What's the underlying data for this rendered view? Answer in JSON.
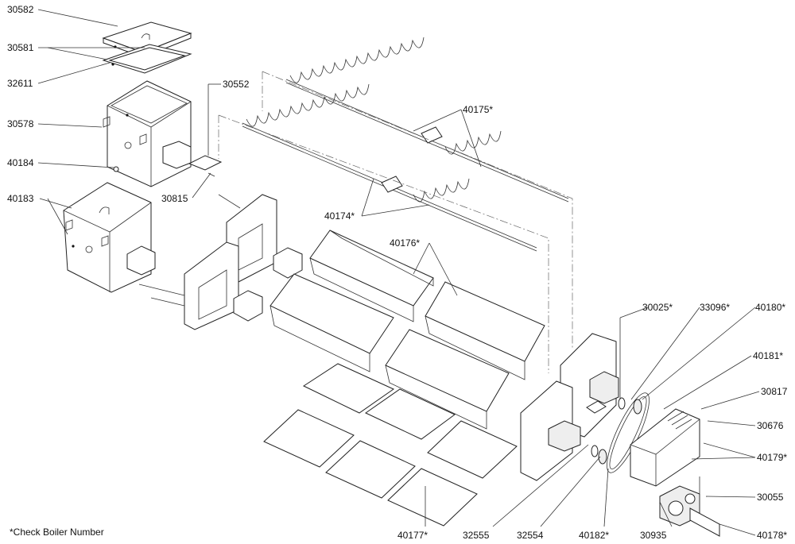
{
  "labels": {
    "l30582": "30582",
    "l30581": "30581",
    "l32611": "32611",
    "l30578": "30578",
    "l40184": "40184",
    "l40183": "40183",
    "l30552": "30552",
    "l30815": "30815",
    "l40175": "40175*",
    "l40174": "40174*",
    "l40176": "40176*",
    "l30025": "30025*",
    "l33096": "33096*",
    "l40180": "40180*",
    "l40181": "40181*",
    "l30817": "30817",
    "l30676": "30676",
    "l40179": "40179*",
    "l30055": "30055",
    "l40178": "40178*",
    "l40177": "40177*",
    "l32555": "32555",
    "l32554": "32554",
    "l40182": "40182*",
    "l30935": "30935"
  },
  "note": "*Check Boiler Number"
}
